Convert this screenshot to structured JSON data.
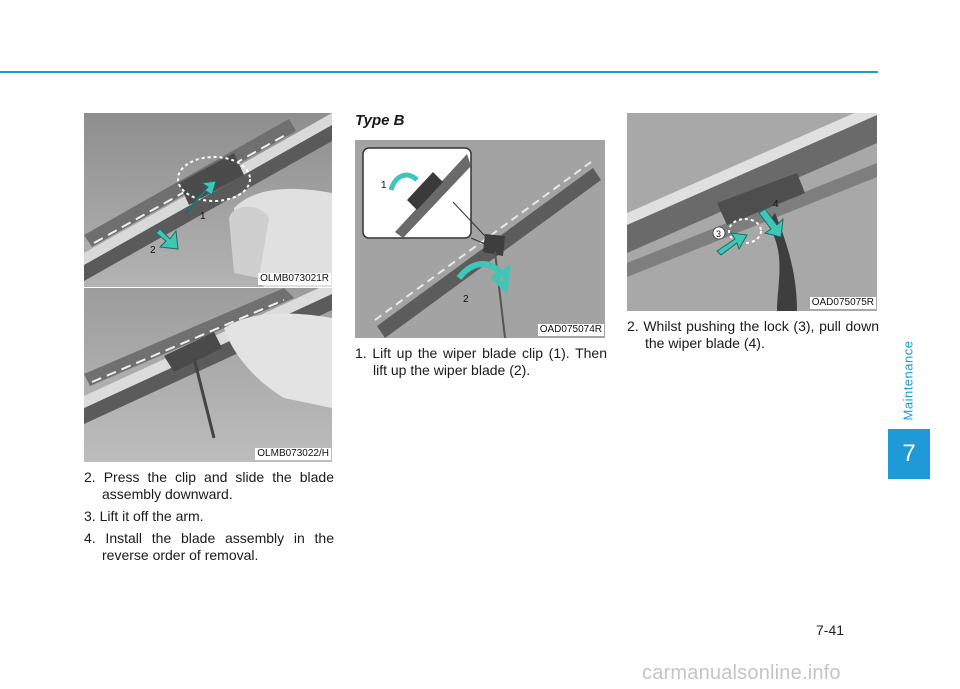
{
  "page": {
    "section_label": "Maintenance",
    "chapter_number": "7",
    "page_number": "7-41",
    "watermark": "carmanualsonline.info"
  },
  "figures": {
    "fig1": {
      "code": "OLMB073021R",
      "callouts": [
        "1",
        "2"
      ]
    },
    "fig2": {
      "code": "OLMB073022/H"
    },
    "fig3": {
      "code": "OAD075074R",
      "callouts": [
        "1",
        "2"
      ]
    },
    "fig4": {
      "code": "OAD075075R",
      "callouts": [
        "3",
        "4"
      ]
    }
  },
  "left_column": {
    "steps": [
      "2. Press the clip and slide the blade assembly downward.",
      "3. Lift it off the arm.",
      "4. Install the blade assembly in the reverse order of removal."
    ]
  },
  "middle_column": {
    "heading": "Type B",
    "steps": [
      "1. Lift up the wiper blade clip (1). Then lift up the wiper blade (2)."
    ]
  },
  "right_column": {
    "steps": [
      "2. Whilst pushing the lock (3), pull down the wiper blade (4)."
    ]
  },
  "colors": {
    "accent": "#1f9ad6",
    "arrow": "#3fc6b6"
  }
}
